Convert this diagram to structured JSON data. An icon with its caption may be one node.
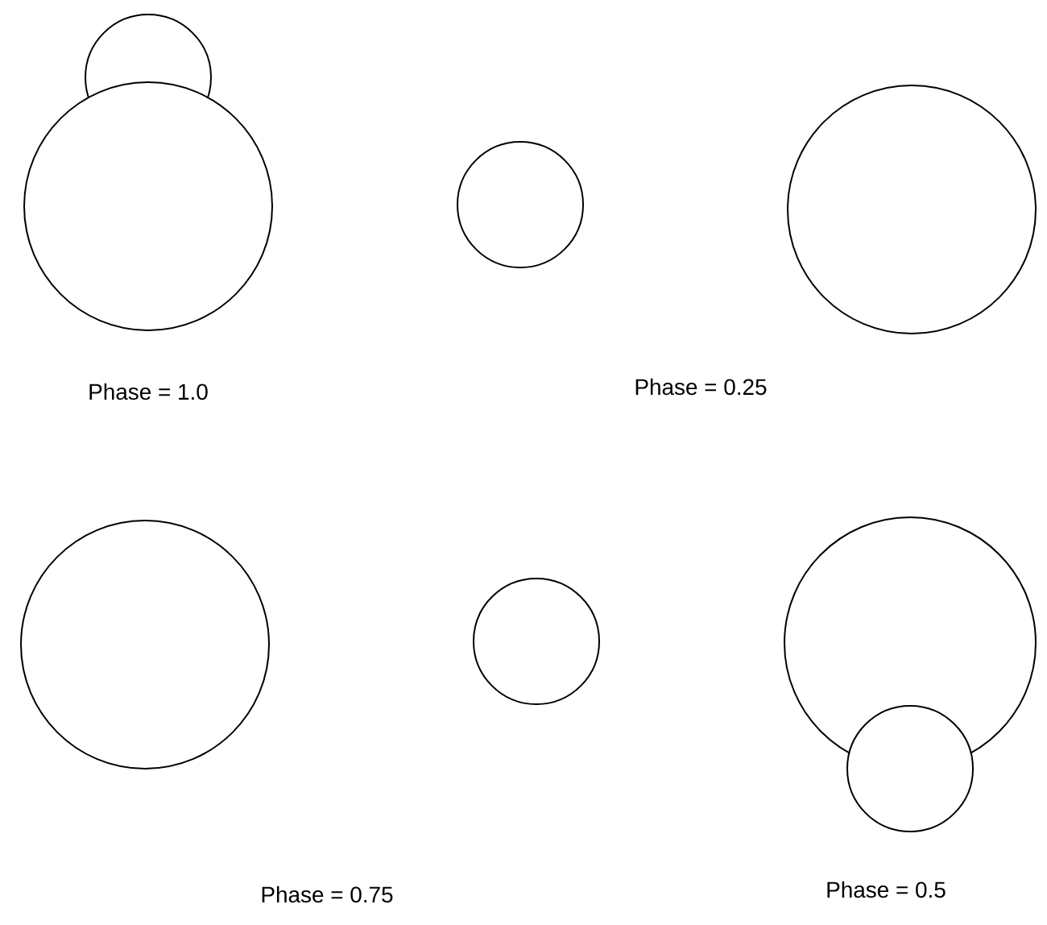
{
  "diagram": {
    "labels": [
      "Phase = 1.0",
      "Phase = 0.25",
      "Phase = 0.75",
      "Phase = 0.5"
    ]
  }
}
